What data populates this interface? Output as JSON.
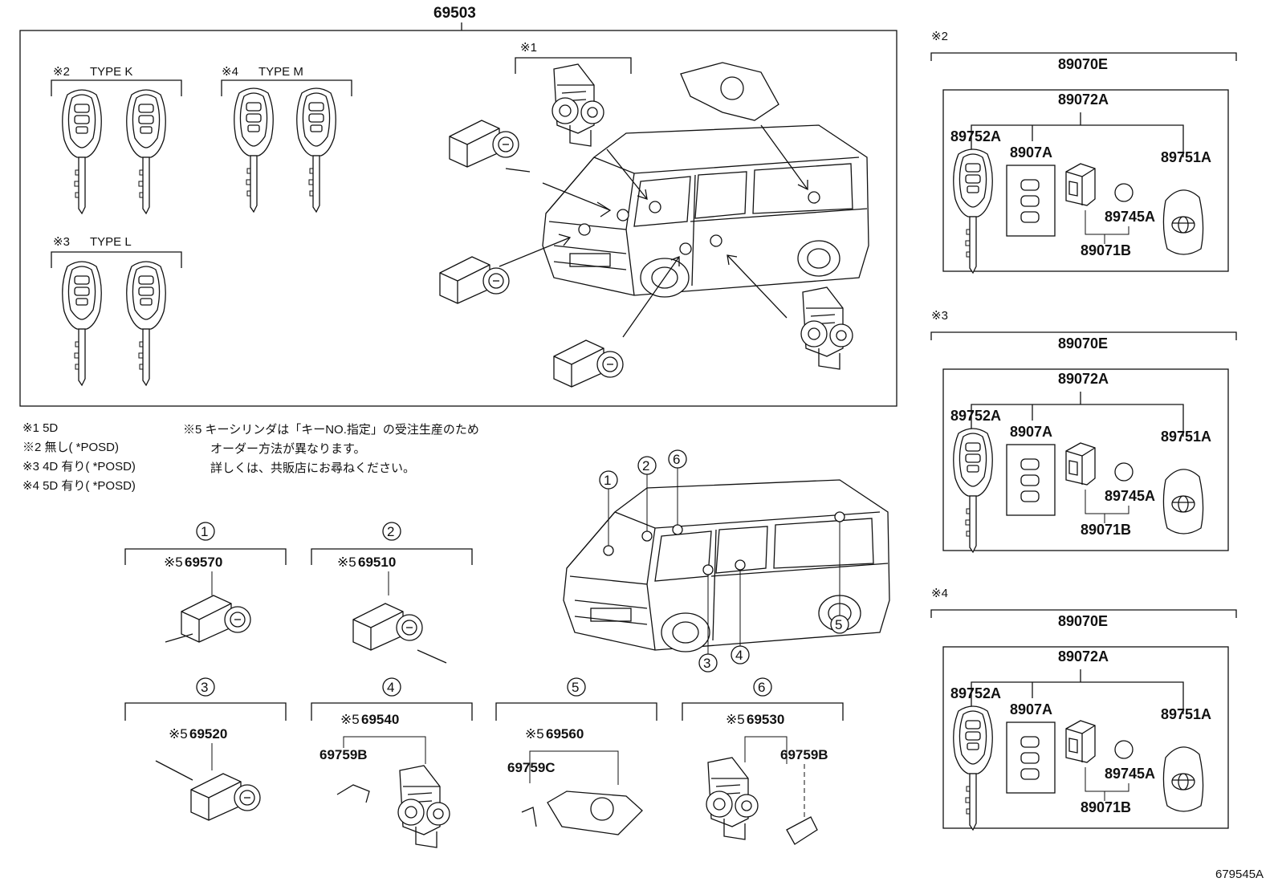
{
  "main_part": "69503",
  "groups": {
    "g1_mark": "※1",
    "type_k": {
      "mark": "※2",
      "label": "TYPE K"
    },
    "type_m": {
      "mark": "※4",
      "label": "TYPE M"
    },
    "type_l": {
      "mark": "※3",
      "label": "TYPE L"
    }
  },
  "notes": [
    "※1 5D",
    "※2 無し( *POSD)",
    "※3 4D 有り( *POSD)",
    "※4 5D 有り( *POSD)"
  ],
  "note5": [
    "※5 キーシリンダは「キーNO.指定」の受注生産のため",
    "オーダー方法が異なります。",
    "詳しくは、共販店にお尋ねください。"
  ],
  "parts": [
    {
      "num": "1",
      "mark": "※5",
      "code": "69570"
    },
    {
      "num": "2",
      "mark": "※5",
      "code": "69510"
    },
    {
      "num": "3",
      "mark": "※5",
      "code": "69520"
    },
    {
      "num": "4",
      "mark": "※5",
      "code": "69540",
      "sub": "69759B"
    },
    {
      "num": "5",
      "mark": "※5",
      "code": "69560",
      "sub": "69759C"
    },
    {
      "num": "6",
      "mark": "※5",
      "code": "69530",
      "sub": "69759B"
    }
  ],
  "van_callouts": [
    "1",
    "2",
    "6",
    "3",
    "4",
    "5"
  ],
  "key_sets": [
    {
      "mark": "※2",
      "top": "89070E",
      "sub": "89072A",
      "remote": "89752A",
      "pad": "8907A",
      "cover": "89751A",
      "battery": "89745A",
      "board": "89071B"
    },
    {
      "mark": "※3",
      "top": "89070E",
      "sub": "89072A",
      "remote": "89752A",
      "pad": "8907A",
      "cover": "89751A",
      "battery": "89745A",
      "board": "89071B"
    },
    {
      "mark": "※4",
      "top": "89070E",
      "sub": "89072A",
      "remote": "89752A",
      "pad": "8907A",
      "cover": "89751A",
      "battery": "89745A",
      "board": "89071B"
    }
  ],
  "drawing_id": "679545A"
}
